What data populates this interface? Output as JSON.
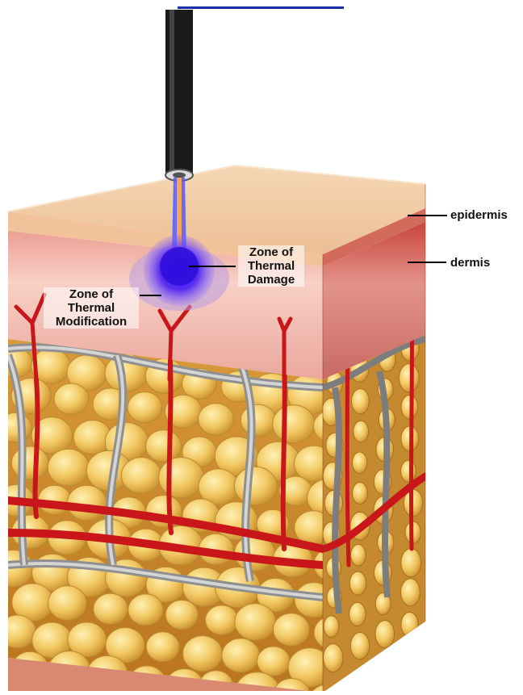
{
  "labels": {
    "epidermis": "epidermis",
    "dermis": "dermis",
    "thermal_damage": [
      "Zone of",
      "Thermal",
      "Damage"
    ],
    "thermal_modification": [
      "Zone of",
      "Thermal",
      "Modification"
    ]
  },
  "colors": {
    "epidermis_top": "#f2c9a0",
    "dermis": "#e79a8e",
    "fat_lobule": "#f0c866",
    "septa": "#9a9a9a",
    "vessel": "#c8161b",
    "probe": "#1b1b1b",
    "thermal_zone": "#5a2df0",
    "header_bar": "#1e2ea8"
  }
}
